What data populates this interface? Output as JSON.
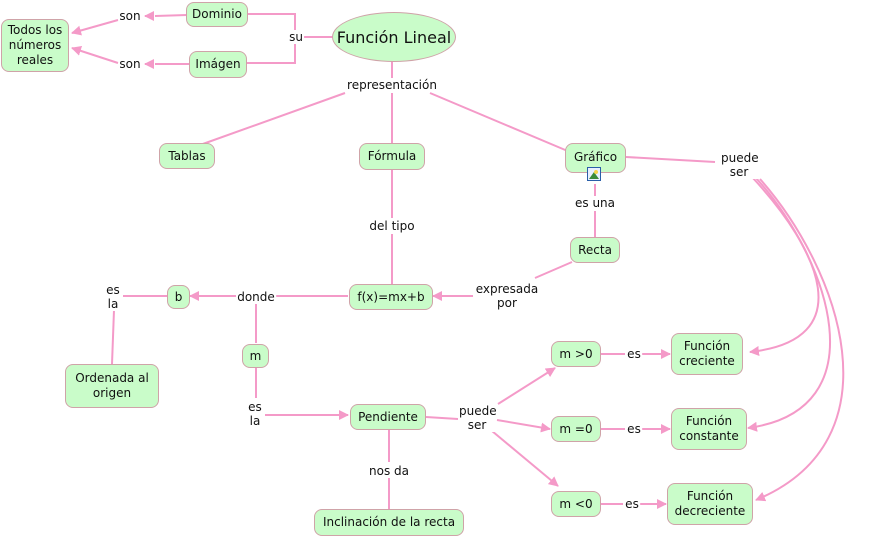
{
  "colors": {
    "node_fill": "#c9fcc9",
    "node_border": "#cfa3a8",
    "link": "#f49ac8",
    "text": "#111111"
  },
  "nodes": {
    "funcion_lineal": "Función Lineal",
    "todos_reales": "Todos los números reales",
    "dominio": "Dominio",
    "imagen": "Imágen",
    "tablas": "Tablas",
    "formula": "Fórmula",
    "grafico": "Gráfico",
    "recta": "Recta",
    "fx": "f(x)=mx+b",
    "b": "b",
    "m": "m",
    "ordenada": "Ordenada al origen",
    "pendiente": "Pendiente",
    "inclinacion": "Inclinación de la recta",
    "m_pos": "m >0",
    "m_zero": "m =0",
    "m_neg": "m <0",
    "creciente": "Función creciente",
    "constante": "Función constante",
    "decreciente": "Función decreciente"
  },
  "link_labels": {
    "son1": "son",
    "son2": "son",
    "su": "su",
    "representacion": "representación",
    "del_tipo": "del tipo",
    "es_una": "es una",
    "puede_ser_grafico": "puede ser",
    "expresada_por": "expresada por",
    "donde": "donde",
    "es_la_b": "es la",
    "es_la_m": "es la",
    "nos_da": "nos da",
    "puede_ser_pendiente": "puede ser",
    "es1": "es",
    "es2": "es",
    "es3": "es"
  },
  "icons": {
    "grafico_resource": "image-icon"
  }
}
